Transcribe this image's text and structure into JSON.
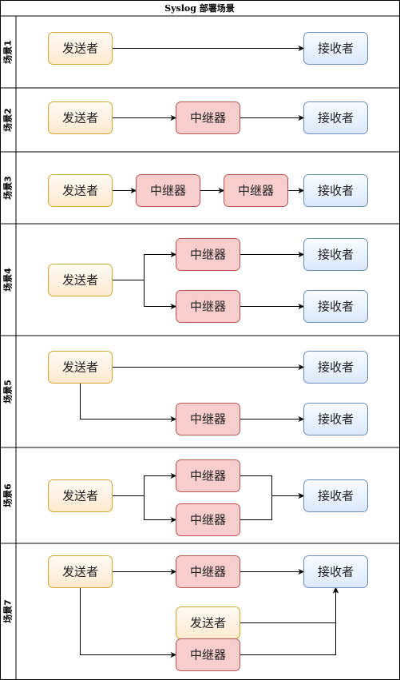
{
  "title": "Syslog 部署场景",
  "labels": {
    "sender": "发送者",
    "relay": "中继器",
    "receiver": "接收者"
  },
  "colors": {
    "sender_fill_top": "#fffbf5",
    "sender_fill_bottom": "#fde9cd",
    "sender_stroke": "#d6a531",
    "relay_fill": "#f8cecc",
    "relay_stroke": "#b85450",
    "receiver_fill_top": "#fafcff",
    "receiver_fill_bottom": "#dae8fc",
    "receiver_stroke": "#6c8ebf"
  },
  "lanes": [
    {
      "label": "场景1"
    },
    {
      "label": "场景2"
    },
    {
      "label": "场景3"
    },
    {
      "label": "场景4"
    },
    {
      "label": "场景5"
    },
    {
      "label": "场景6"
    },
    {
      "label": "场景7"
    }
  ]
}
